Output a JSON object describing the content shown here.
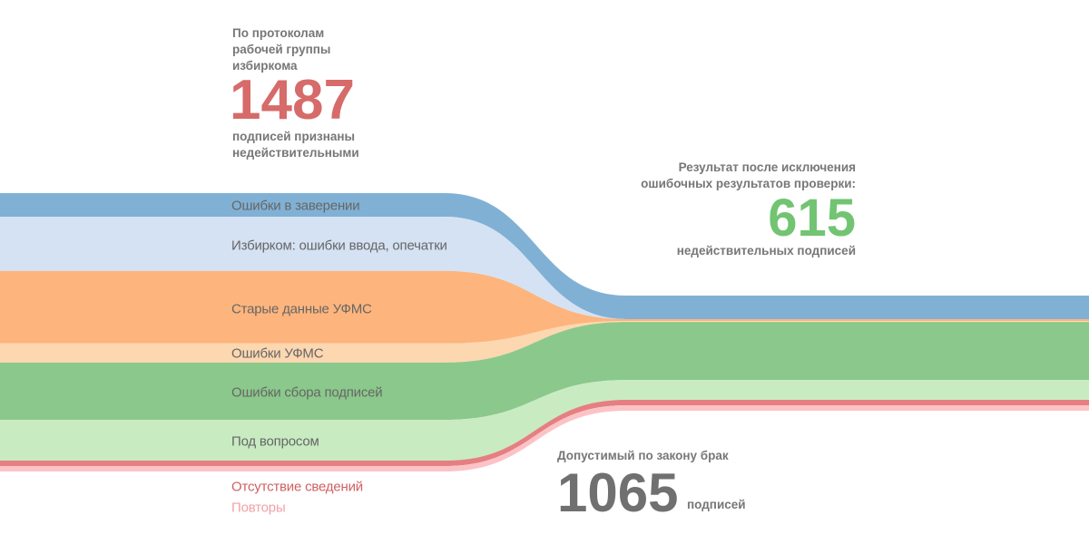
{
  "header_left": {
    "lines": [
      "По протоколам",
      "рабочей группы",
      "избиркома"
    ],
    "number": "1487",
    "sub_lines": [
      "подписей признаны",
      "недействительными"
    ]
  },
  "header_right": {
    "lines": [
      "Результат после исключения",
      "ошибочных результатов проверки:"
    ],
    "number": "615",
    "sub": "недействительных подписей"
  },
  "footer": {
    "title": "Допустимый по закону брак",
    "number": "1065",
    "unit": "подписей"
  },
  "colors": {
    "red_number": "#d66b6a",
    "green_number": "#72c472",
    "gray_number": "#707070"
  },
  "chart_data": {
    "type": "sankey",
    "title": "",
    "stages": [
      "По протоколам рабочей группы избиркома",
      "Результат после исключения ошибочных результатов проверки"
    ],
    "totals": [
      1487,
      615
    ],
    "series": [
      {
        "name": "Ошибки в заверении",
        "values": [
          126,
          126
        ],
        "color": "#80b1d5"
      },
      {
        "name": "Избирком: ошибки ввода, опечатки",
        "values": [
          290,
          0
        ],
        "color": "#d5e2f3"
      },
      {
        "name": "Старые данные УФМС",
        "values": [
          387,
          10
        ],
        "color": "#fdb57d"
      },
      {
        "name": "Ошибки УФМС",
        "values": [
          102,
          5
        ],
        "color": "#fcd7b0"
      },
      {
        "name": "Ошибки сбора подписей",
        "values": [
          306,
          310
        ],
        "color": "#8bc88b"
      },
      {
        "name": "Под вопросом",
        "values": [
          218,
          106
        ],
        "color": "#c8ebc2"
      },
      {
        "name": "Отсутствие сведений",
        "values": [
          29,
          29
        ],
        "color": "#e57f82"
      },
      {
        "name": "Повторы",
        "values": [
          29,
          29
        ],
        "color": "#fcc3c6"
      }
    ]
  }
}
